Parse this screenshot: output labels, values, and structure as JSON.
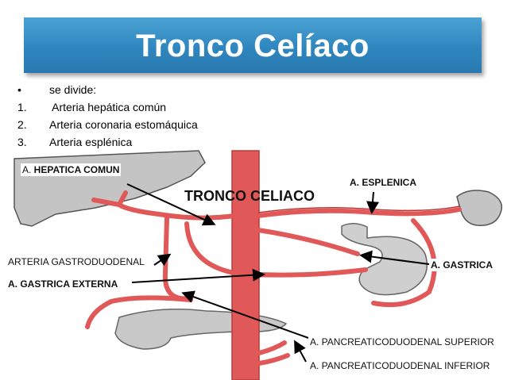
{
  "title": "Tronco Celíaco",
  "bullets": [
    {
      "mark": "•",
      "text": "se divide:"
    },
    {
      "mark": "1.",
      "text": " Arteria hepática común"
    },
    {
      "mark": "2.",
      "text": "Arteria coronaria estomáquica"
    },
    {
      "mark": "3.",
      "text": "Arteria esplénica"
    }
  ],
  "labels": {
    "hepatica_prefix": "A.",
    "hepatica": " HEPATICA COMUN",
    "tronco": "TRONCO CELIACO",
    "esplenica": "A. ESPLENICA",
    "gastroduodenal": "ARTERIA GASTRODUODENAL",
    "gastrica": "A. GASTRICA",
    "gastrica_externa": "A. GASTRICA EXTERNA",
    "pancreatico_superior": "A. PANCREATICODUODENAL SUPERIOR",
    "pancreatico_inferior": "A. PANCREATICODUODENAL INFERIOR"
  },
  "colors": {
    "artery": "#e05858",
    "artery_dark": "#b83a3a",
    "organ": "#c4c4c4",
    "title_bg": "#2f86bf"
  }
}
